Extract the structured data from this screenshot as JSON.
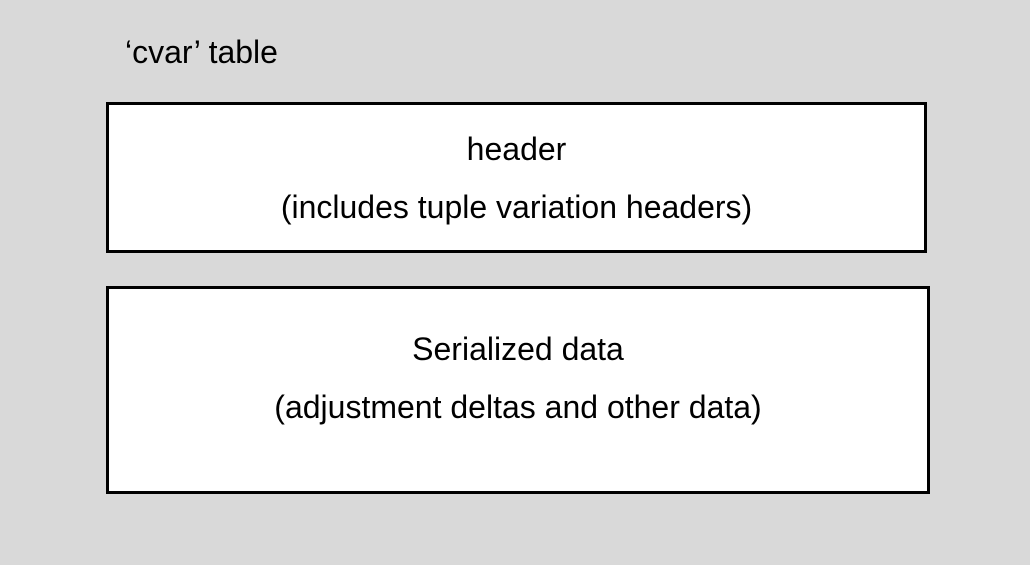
{
  "background_color": "#d9d9d9",
  "box_fill_color": "#ffffff",
  "box_border_color": "#000000",
  "text_color": "#000000",
  "title": "‘cvar’ table",
  "boxes": [
    {
      "name": "header-block",
      "line1": "header",
      "line2": "(includes tuple variation headers)"
    },
    {
      "name": "serialized-data-block",
      "line1": "Serialized data",
      "line2": "(adjustment deltas and other data)"
    }
  ]
}
